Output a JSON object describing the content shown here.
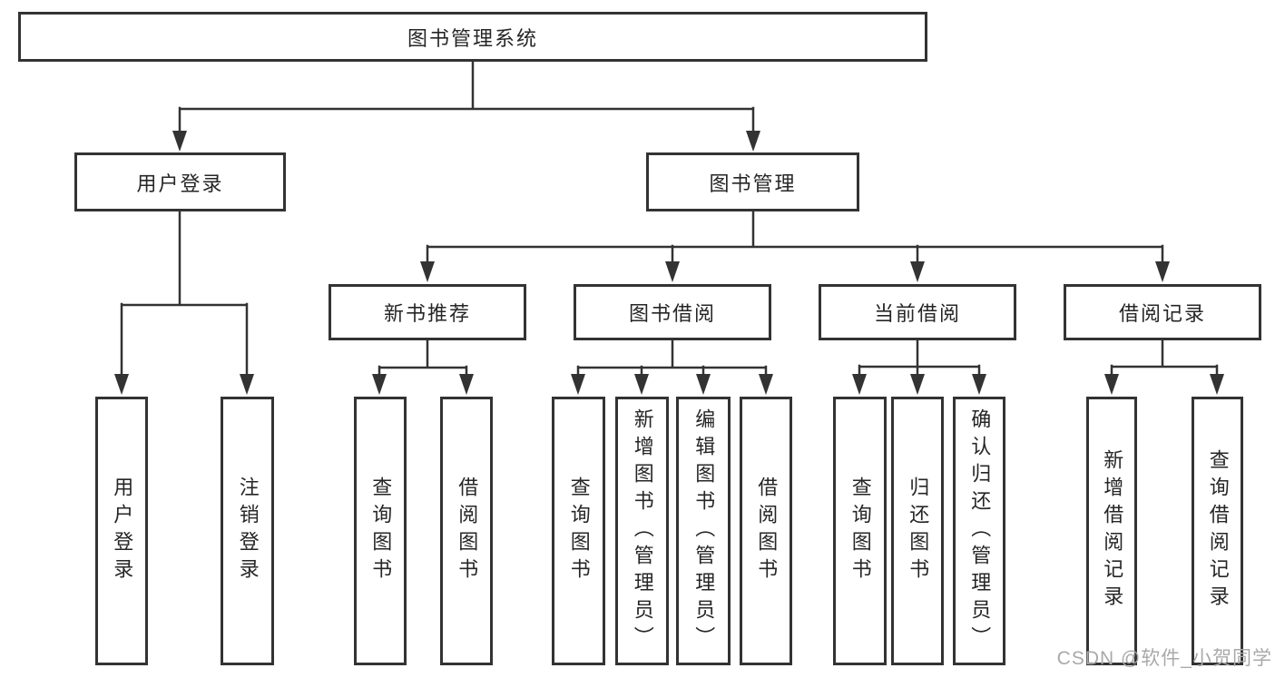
{
  "tree": {
    "root": "图书管理系统",
    "children": [
      {
        "label": "用户登录",
        "children": [
          "用户登录",
          "注销登录"
        ]
      },
      {
        "label": "图书管理",
        "children": [
          {
            "label": "新书推荐",
            "children": [
              "查询图书",
              "借阅图书"
            ]
          },
          {
            "label": "图书借阅",
            "children": [
              "查询图书",
              "新增图书（管理员）",
              "编辑图书（管理员）",
              "借阅图书"
            ]
          },
          {
            "label": "当前借阅",
            "children": [
              "查询图书",
              "归还图书",
              "确认归还（管理员）"
            ]
          },
          {
            "label": "借阅记录",
            "children": [
              "新增借阅记录",
              "查询借阅记录"
            ]
          }
        ]
      }
    ]
  },
  "watermark": "CSDN @软件_小贺同学",
  "colors": {
    "line": "#333333",
    "box_border": "#333333",
    "text": "#262626",
    "watermark": "#a9a9a9",
    "background": "#ffffff"
  }
}
